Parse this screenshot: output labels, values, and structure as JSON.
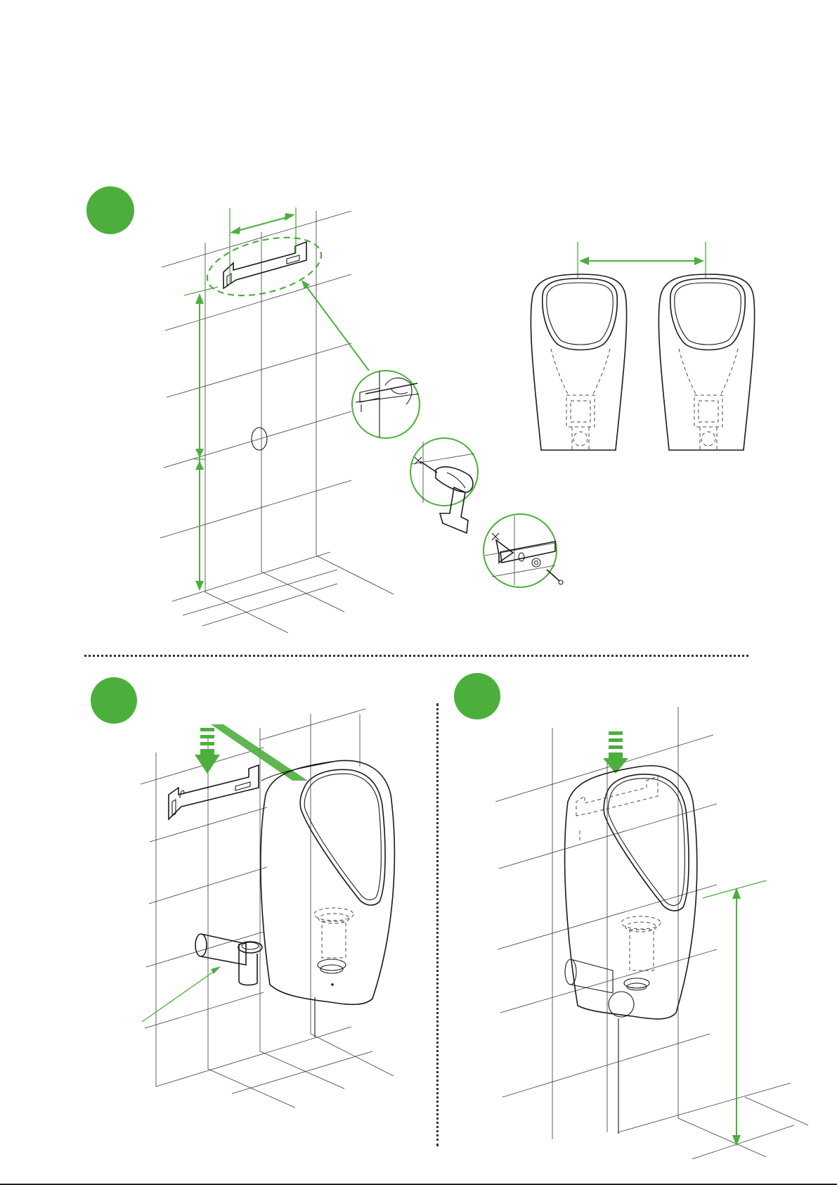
{
  "colors": {
    "accent": "#4caf3c",
    "ink": "#1a1a1a"
  },
  "steps": [
    {
      "name": "step-marker-1"
    },
    {
      "name": "step-marker-2"
    },
    {
      "name": "step-marker-3"
    }
  ],
  "icons": {
    "marking": "pencil-marking-icon",
    "drilling": "drill-icon",
    "fixing": "screw-fixing-icon",
    "install_arrow": "down-arrow-icon"
  }
}
